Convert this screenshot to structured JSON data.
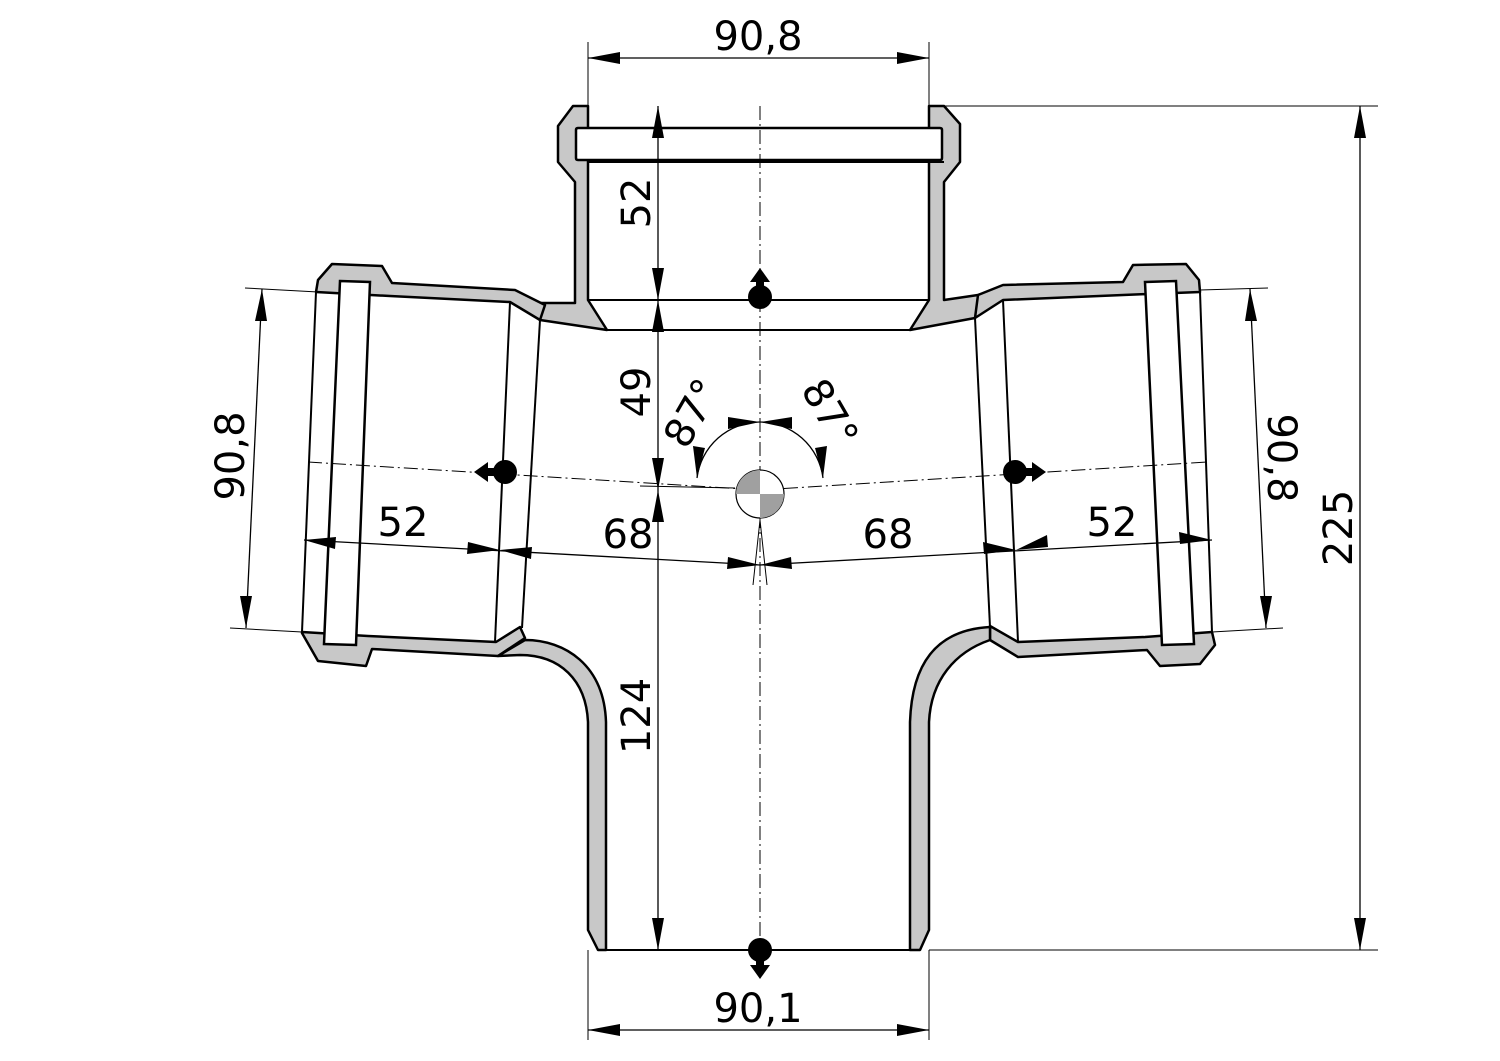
{
  "dimensions": {
    "top_socket_diameter": "90,8",
    "left_socket_diameter": "90,8",
    "right_socket_diameter": "90,8",
    "bottom_spigot_diameter": "90,1",
    "overall_height": "225",
    "top_socket_depth": "52",
    "top_to_center": "49",
    "center_to_bottom": "124",
    "left_socket_depth": "52",
    "right_socket_depth": "52",
    "left_to_center": "68",
    "right_to_center": "68",
    "left_angle": "87°",
    "right_angle": "87°"
  }
}
